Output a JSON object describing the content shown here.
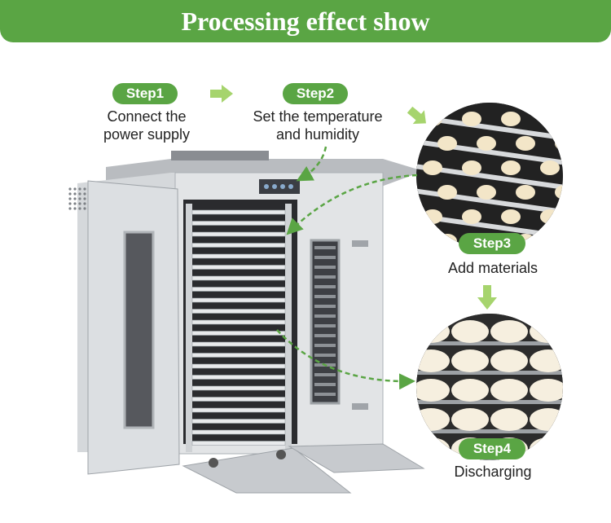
{
  "banner": {
    "title": "Processing effect show"
  },
  "steps": [
    {
      "label": "Step1",
      "text_line1": "Connect the",
      "text_line2": "power supply"
    },
    {
      "label": "Step2",
      "text_line1": "Set the temperature",
      "text_line2": "and humidity"
    },
    {
      "label": "Step3",
      "text_line1": "Add materials",
      "text_line2": ""
    },
    {
      "label": "Step4",
      "text_line1": "Discharging",
      "text_line2": ""
    }
  ],
  "colors": {
    "accent_green": "#5aa544",
    "arrow_green": "#a6d46d",
    "steel": "#c9ccd0"
  },
  "icons": [
    "right-arrow-icon",
    "down-right-arrow-icon",
    "down-arrow-icon",
    "dashed-curve-arrow-icon"
  ]
}
